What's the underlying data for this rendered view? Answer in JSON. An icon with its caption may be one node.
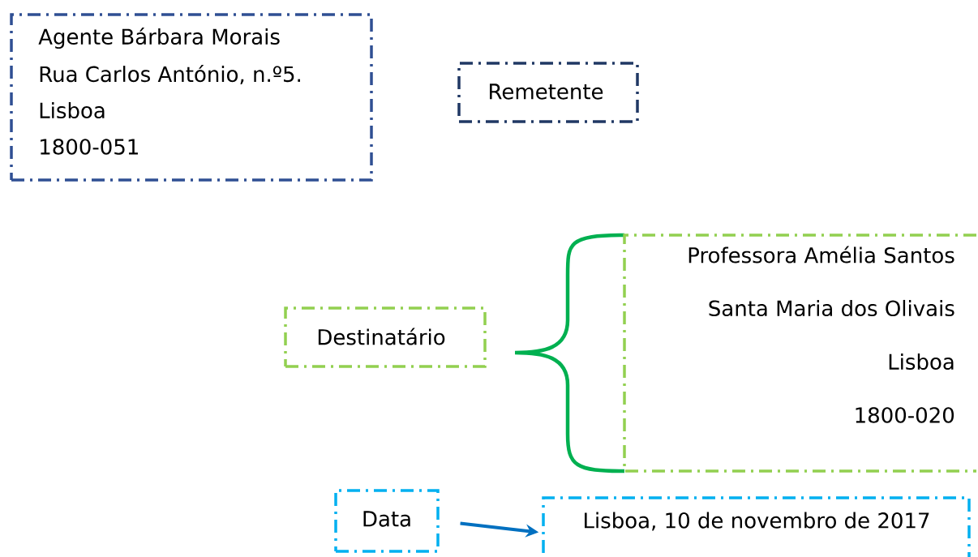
{
  "diagram": {
    "nodes": [
      {
        "text": [
          "Agente Bárbara Morais",
          "Rua Carlos António, n.º5.",
          "Lisboa",
          "1800-051"
        ]
      },
      {
        "text": [
          "Remetente"
        ]
      },
      {
        "text": [
          "Destinatário"
        ]
      },
      {
        "text": [
          "Professora Amélia Santos",
          "Santa Maria dos Olivais",
          "Lisboa",
          "1800-020"
        ]
      },
      {
        "text": [
          "Data"
        ]
      },
      {
        "text": [
          "Lisboa, 10 de novembro de 2017"
        ]
      }
    ],
    "edges": [
      {
        "from": 4,
        "to": 5,
        "arrow": "to"
      }
    ]
  }
}
